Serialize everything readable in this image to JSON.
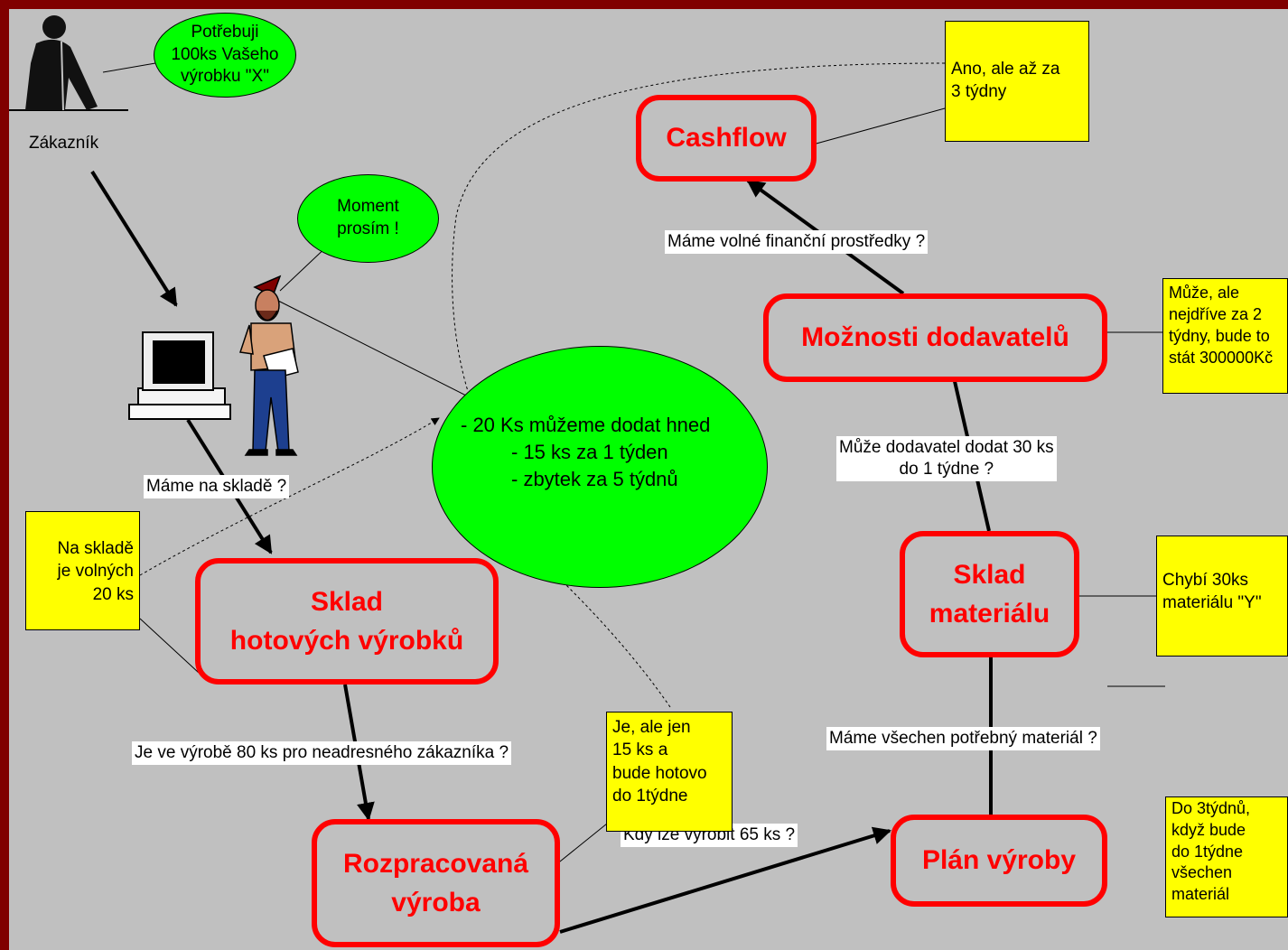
{
  "customer": {
    "label": "Zákazník",
    "request": "Potřebuji\n100ks Vašeho\nvýrobku \"X\""
  },
  "clerk": {
    "reply": "Moment\nprosím !"
  },
  "answer": {
    "line1": "- 20 Ks můžeme dodat hned",
    "line2": "- 15 ks za 1 týden",
    "line3": "- zbytek za 5 týdnů"
  },
  "nodes": {
    "sklad_hotovych": "Sklad\nhotových výrobků",
    "rozpracovana": "Rozpracovaná\nvýroba",
    "plan": "Plán výroby",
    "sklad_materialu": "Sklad\nmateriálu",
    "moznosti": "Možnosti dodavatelů",
    "cashflow": "Cashflow"
  },
  "questions": {
    "sklad": "Máme na skladě ?",
    "vyroba": "Je ve výrobě 80 ks pro neadresného zákazníka ?",
    "kdy": "Kdy lze vyrobit 65 ks ?",
    "material": "Máme všechen potřebný materiál ?",
    "dodavatel": "Může dodavatel dodat 30 ks\ndo 1 týdne ?",
    "finance": "Máme volné finanční prostředky ?"
  },
  "notes": {
    "sklad": "Na skladě\nje volných\n20 ks",
    "vyroba": "Je, ale jen\n15 ks a\nbude hotovo\ndo 1týdne",
    "plan": "Do 3týdnů,\nkdyž bude\ndo 1týdne\nvšechen\nmateriál",
    "material": "Chybí 30ks\nmateriálu \"Y\"",
    "dodavatel": "Může, ale\nnejdříve za 2\ntýdny, bude to\nstát 300000Kč",
    "cashflow": "Ano, ale až za\n3 týdny"
  },
  "colors": {
    "frame": "#800000",
    "background": "#c0c0c0",
    "node_border": "#ff0000",
    "note": "#ffff00",
    "bubble": "#00ff00"
  }
}
